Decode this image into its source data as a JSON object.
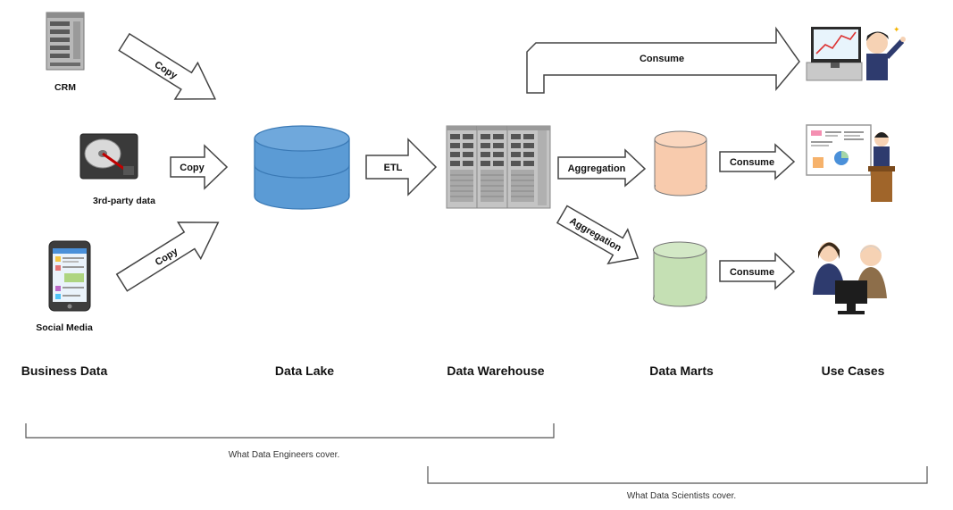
{
  "sources": {
    "crm": "CRM",
    "third_party": "3rd-party data",
    "social": "Social Media"
  },
  "arrows": {
    "copy_top": "Copy",
    "copy_mid": "Copy",
    "copy_bottom": "Copy",
    "etl": "ETL",
    "aggregation_top": "Aggregation",
    "aggregation_bottom": "Aggregation",
    "consume_top": "Consume",
    "consume_mid": "Consume",
    "consume_bottom": "Consume"
  },
  "columns": {
    "business_data": "Business Data",
    "data_lake": "Data Lake",
    "data_warehouse": "Data Warehouse",
    "data_marts": "Data Marts",
    "use_cases": "Use Cases"
  },
  "coverage": {
    "engineers": "What Data Engineers cover.",
    "scientists": "What Data Scientists cover."
  },
  "colors": {
    "lake": "#5b9bd5",
    "lake_dark": "#3a79b5",
    "mart_orange": "#f8cbad",
    "mart_green": "#c5e0b4",
    "outline": "#444444"
  }
}
